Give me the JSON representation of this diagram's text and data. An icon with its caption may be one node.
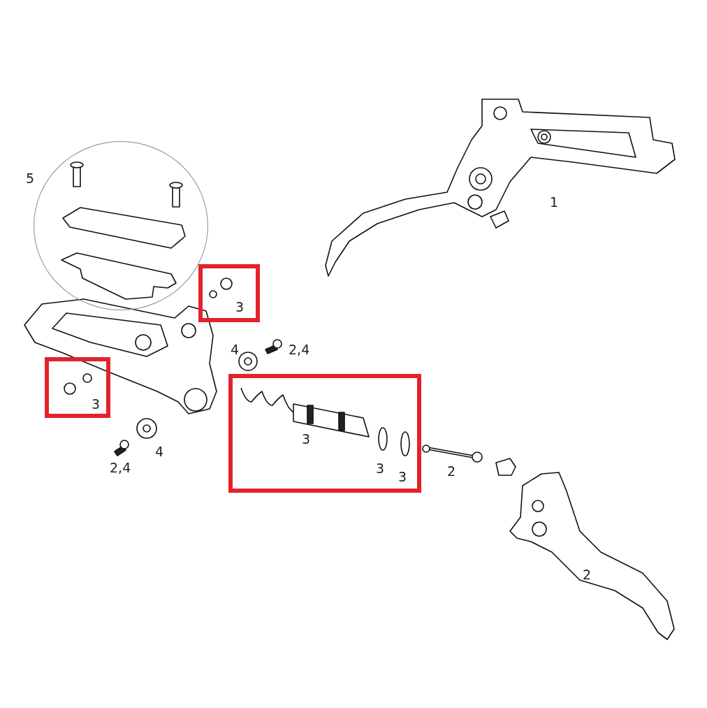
{
  "diagram": {
    "nodes": [
      {
        "text": [
          "5"
        ]
      },
      {
        "text": [
          "3"
        ]
      },
      {
        "text": [
          "3"
        ]
      },
      {
        "text": [
          "3",
          "3",
          "3"
        ]
      }
    ],
    "edges": [],
    "labels": [
      "1",
      "4",
      "2,4",
      "4",
      "2,4",
      "2",
      "2"
    ]
  }
}
